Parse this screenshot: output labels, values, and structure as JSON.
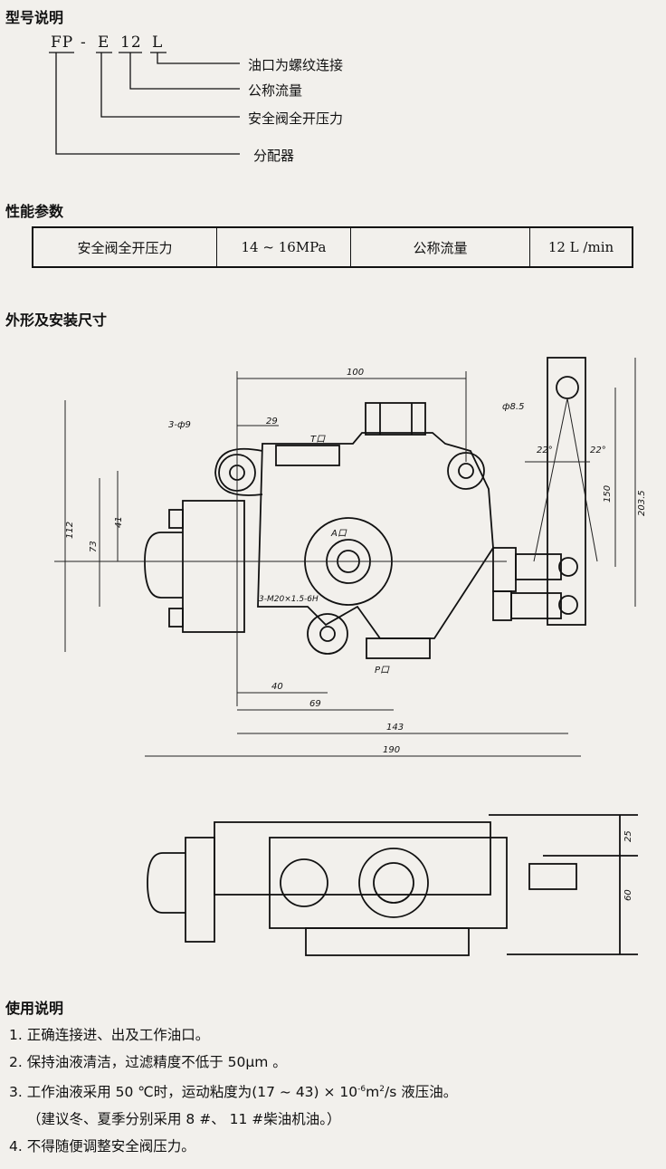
{
  "model": {
    "title": "型号说明",
    "code_fp": "FP",
    "dash1": "-",
    "code_e": "E",
    "code_12": "12",
    "code_l": "L",
    "labels": [
      "油口为螺纹连接",
      "公称流量",
      "安全阀全开压力",
      "分配器"
    ]
  },
  "performance": {
    "title": "性能参数",
    "cells": [
      "安全阀全开压力",
      "14 ~ 16MPa",
      "公称流量",
      "12 L /min"
    ]
  },
  "dimensions": {
    "title": "外形及安装尺寸",
    "labels": {
      "d100": "100",
      "d29": "29",
      "hole_3phi9": "3-ф9",
      "port_t": "T口",
      "phi85": "ф8.5",
      "ang_left": "22°",
      "ang_right": "22°",
      "d150": "150",
      "d2035": "203.5",
      "d41": "41",
      "d73": "73",
      "d112": "112",
      "port_a": "A口",
      "thread": "3-M20×1.5-6H",
      "port_p": "P口",
      "d40": "40",
      "d69": "69",
      "d143": "143",
      "d190": "190",
      "d25": "25",
      "d60": "60"
    }
  },
  "usage": {
    "title": "使用说明",
    "items": [
      "1. 正确连接进、出及工作油口。",
      "2. 保持油液清洁，过滤精度不低于 50μm 。",
      "3. 工作油液采用 50 ℃时，运动粘度为(17 ~ 43) × 10",
      "-6",
      "m",
      "2",
      "/s 液压油。",
      "（建议冬、夏季分别采用 8 #、 11 #柴油机油。）",
      "4. 不得随便调整安全阀压力。"
    ]
  }
}
